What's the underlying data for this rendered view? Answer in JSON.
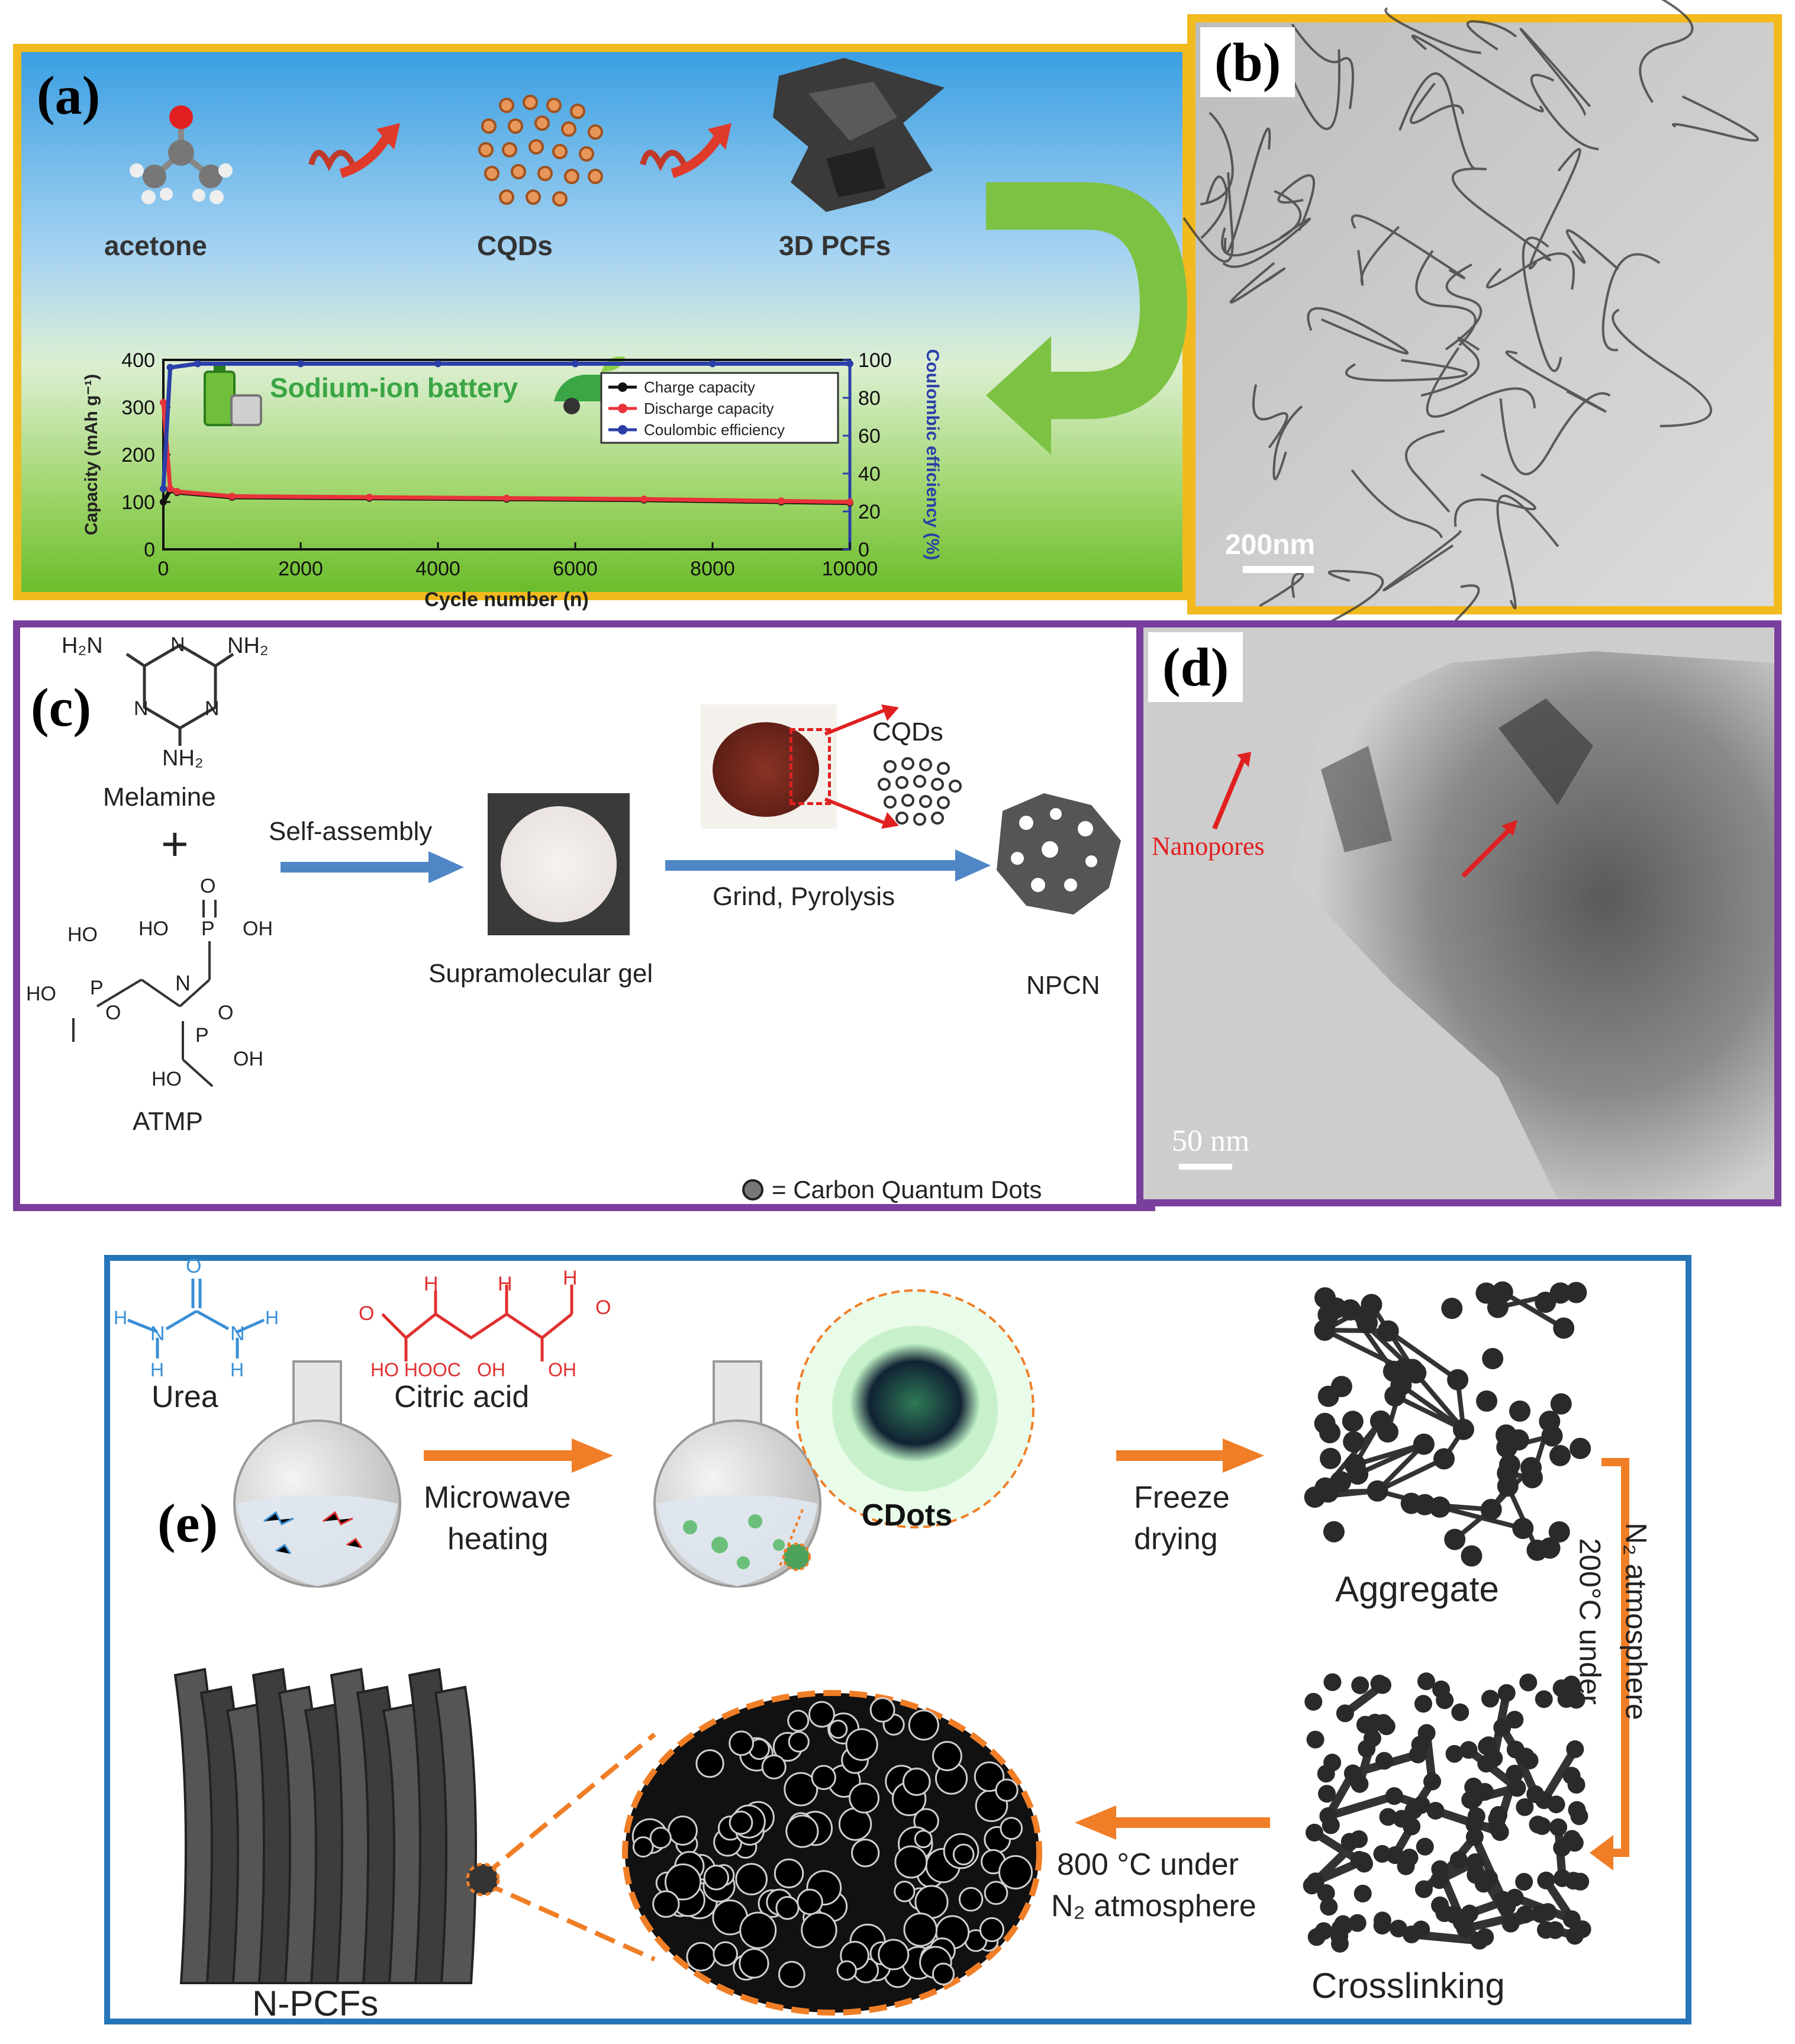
{
  "panel_a": {
    "letter": "(a)",
    "steps": [
      "acetone",
      "CQDs",
      "3D PCFs"
    ],
    "banner": "Sodium-ion battery",
    "chart_data": {
      "type": "line",
      "xlabel": "Cycle number (n)",
      "ylabel": "Capacity (mAh g⁻¹)",
      "y2label": "Coulombic efficiency (%)",
      "xlim": [
        0,
        10000
      ],
      "ylim": [
        0,
        400
      ],
      "y2lim": [
        0,
        100
      ],
      "x_ticks": [
        "0",
        "2000",
        "4000",
        "6000",
        "8000",
        "10000"
      ],
      "y_ticks": [
        "0",
        "100",
        "200",
        "300",
        "400"
      ],
      "y2_ticks": [
        "0",
        "20",
        "40",
        "60",
        "80",
        "100"
      ],
      "legend_position": "top-right",
      "series": [
        {
          "name": "Charge capacity",
          "color": "#111111",
          "x": [
            0,
            100,
            200,
            1000,
            3000,
            5000,
            7000,
            9000,
            10000
          ],
          "y": [
            100,
            125,
            120,
            110,
            108,
            106,
            104,
            100,
            98
          ]
        },
        {
          "name": "Discharge capacity",
          "color": "#e8333a",
          "x": [
            0,
            100,
            200,
            1000,
            3000,
            5000,
            7000,
            9000,
            10000
          ],
          "y": [
            310,
            128,
            122,
            112,
            110,
            108,
            106,
            102,
            100
          ]
        },
        {
          "name": "Coulombic efficiency",
          "color": "#2b3fa8",
          "axis": "right",
          "x": [
            0,
            100,
            500,
            2000,
            4000,
            6000,
            8000,
            10000
          ],
          "y": [
            32,
            96,
            98,
            98,
            98,
            98,
            98,
            98
          ]
        }
      ]
    }
  },
  "panel_b": {
    "letter": "(b)",
    "scale": "200nm"
  },
  "panel_c": {
    "letter": "(c)",
    "melamine": "Melamine",
    "plus": "+",
    "atmp": "ATMP",
    "chem": {
      "nh2": "NH₂",
      "h2n": "H₂N",
      "n": "N",
      "oh": "OH",
      "ho": "HO",
      "p": "P",
      "o": "O"
    },
    "step1": "Self-assembly",
    "gel": "Supramolecular gel",
    "step2": "Grind, Pyrolysis",
    "cqds": "CQDs",
    "product": "NPCN",
    "legend": "= Carbon Quantum Dots"
  },
  "panel_d": {
    "letter": "(d)",
    "annotation": "Nanopores",
    "scale": "50 nm"
  },
  "panel_e": {
    "letter": "(e)",
    "chem": {
      "h": "H",
      "n": "N",
      "o": "O",
      "ho_hooc": "HO HOOC",
      "oh": "OH"
    },
    "urea": "Urea",
    "citric": "Citric acid",
    "step1_a": "Microwave",
    "step1_b": "heating",
    "cdots": "CDots",
    "step2_a": "Freeze",
    "step2_b": "drying",
    "aggregate": "Aggregate",
    "step3_a": "200°C under",
    "step3_b": "N₂ atmosphere",
    "crosslinking": "Crosslinking",
    "step4_a": "800 °C under",
    "step4_b": "N₂ atmosphere",
    "product": "N-PCFs"
  }
}
